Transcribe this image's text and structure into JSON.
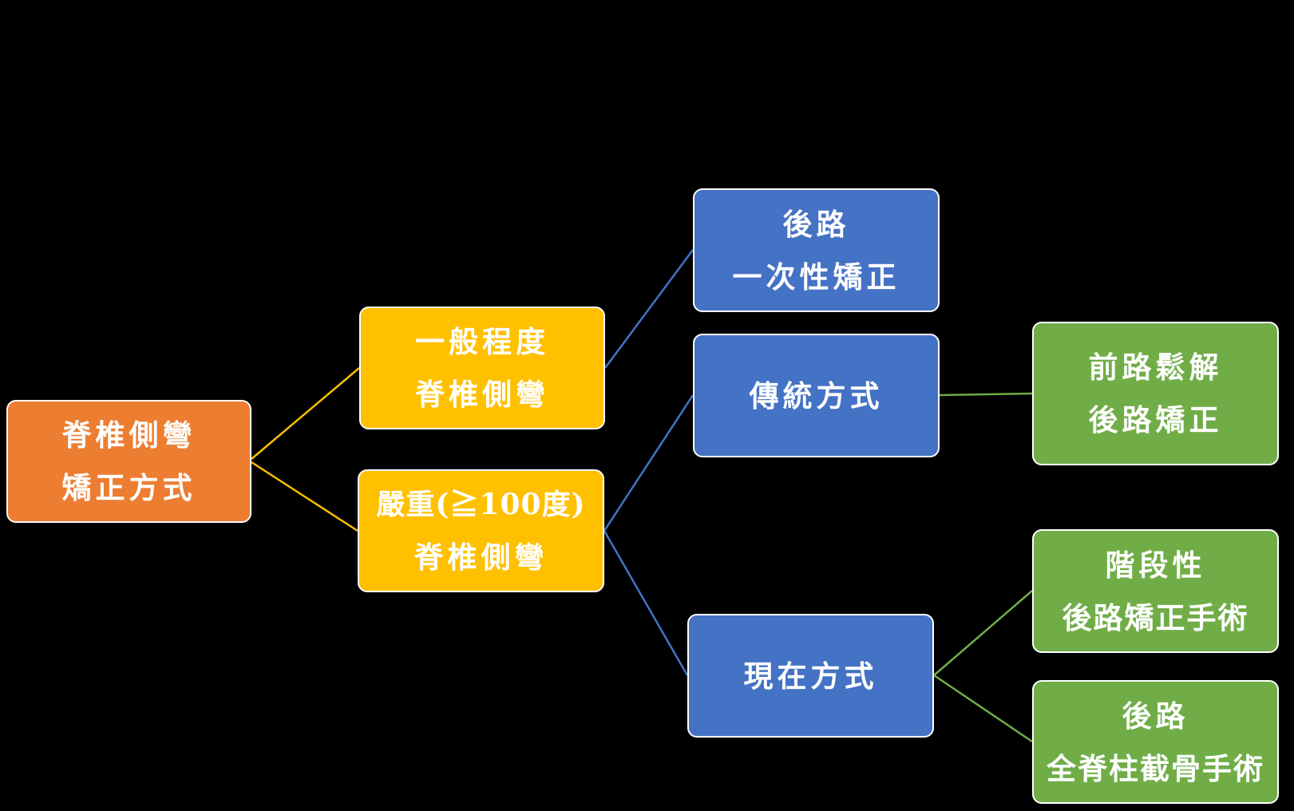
{
  "colors": {
    "background": "#000000",
    "root": "#ed7d31",
    "severity": "#ffc000",
    "approach": "#4472c4",
    "procedure": "#70ad47",
    "node_border": "#ffffff",
    "text": "#ffffff"
  },
  "nodes": {
    "root": {
      "line1": "脊椎側彎",
      "line2": "矯正方式"
    },
    "mild": {
      "line1": "一般程度",
      "line2": "脊椎側彎"
    },
    "severe": {
      "line1": "嚴重(≧100度)",
      "line2": "脊椎側彎"
    },
    "one_step": {
      "line1": "後路",
      "line2": "一次性矯正"
    },
    "traditional": {
      "line1": "傳統方式"
    },
    "modern": {
      "line1": "現在方式"
    },
    "release": {
      "line1": "前路鬆解",
      "line2": "後路矯正"
    },
    "staged": {
      "line1": "階段性",
      "line2": "後路矯正手術"
    },
    "vcr": {
      "line1": "後路",
      "line2": "全脊柱截骨手術"
    }
  }
}
